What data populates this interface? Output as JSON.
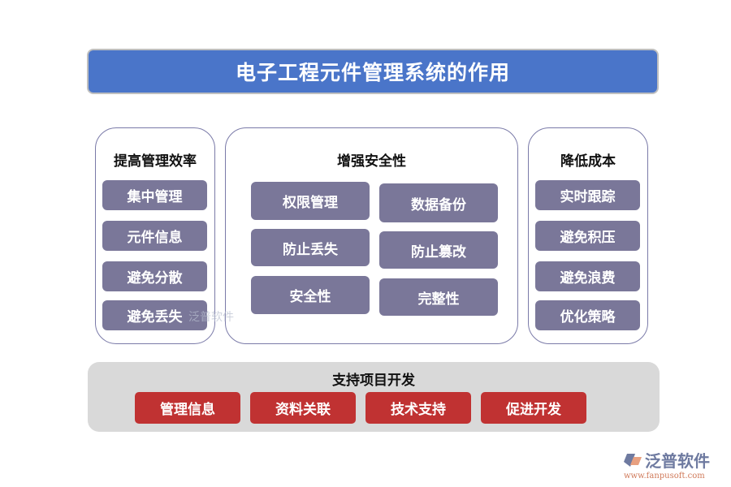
{
  "title": "电子工程元件管理系统的作用",
  "colors": {
    "title_bg": "#4a75c9",
    "pill": "#7a7799",
    "red": "#c03232",
    "bottom_bg": "#d9d9d9",
    "border": "#7a7aa8"
  },
  "left": {
    "title": "提高管理效率",
    "items": [
      "集中管理",
      "元件信息",
      "避免分散",
      "避免丢失"
    ]
  },
  "center": {
    "title": "增强安全性",
    "items": [
      "权限管理",
      "数据备份",
      "防止丢失",
      "防止篡改",
      "安全性",
      "完整性"
    ]
  },
  "right": {
    "title": "降低成本",
    "items": [
      "实时跟踪",
      "避免积压",
      "避免浪费",
      "优化策略"
    ]
  },
  "bottom": {
    "title": "支持项目开发",
    "items": [
      "管理信息",
      "资料关联",
      "技术支持",
      "促进开发"
    ]
  },
  "watermark": "泛普软件",
  "logo": {
    "name": "泛普软件",
    "url": "www.fanpusoft.com"
  }
}
